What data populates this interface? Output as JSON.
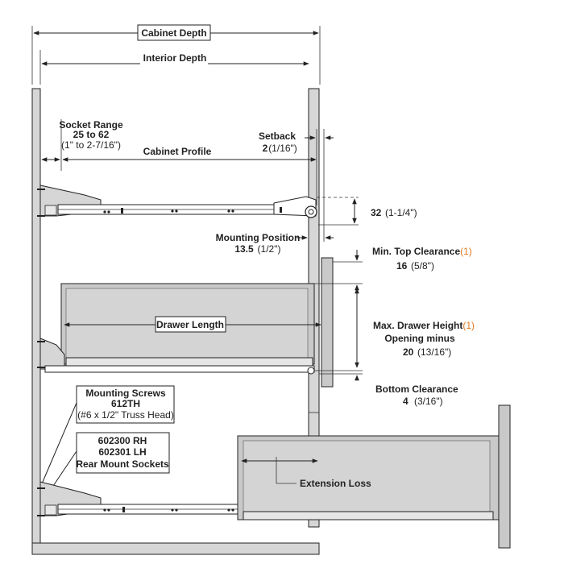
{
  "cabinet_depth": "Cabinet Depth",
  "interior_depth": "Interior Depth",
  "socket_range": {
    "title": "Socket Range",
    "value": "25 to 62",
    "inch": "(1\" to 2-7/16\")"
  },
  "cabinet_profile": "Cabinet Profile",
  "setback": {
    "title": "Setback",
    "value": "2",
    "inch": "(1/16\")"
  },
  "height_32": {
    "value": "32",
    "inch": "(1-1/4\")"
  },
  "mounting_position": {
    "title": "Mounting Position",
    "value": "13.5",
    "inch": "(1/2\")"
  },
  "min_top_clearance": {
    "title": "Min. Top Clearance",
    "note": "(1)",
    "value": "16",
    "inch": "(5/8\")"
  },
  "drawer_length": "Drawer Length",
  "max_drawer_height": {
    "title": "Max. Drawer Height",
    "note": "(1)",
    "line2": "Opening minus",
    "value": "20",
    "inch": "(13/16\")"
  },
  "bottom_clearance": {
    "title": "Bottom Clearance",
    "value": "4",
    "inch": "(3/16\")"
  },
  "mounting_screws": {
    "title": "Mounting Screws",
    "part": "612TH",
    "desc": "(#6 x 1/2\" Truss Head)"
  },
  "rear_sockets": {
    "line1": "602300 RH",
    "line2": "602301 LH",
    "line3": "Rear Mount Sockets"
  },
  "extension_loss": "Extension Loss",
  "colors": {
    "panel_fill": "#d6d6d6",
    "drawer_fill": "#c9c9c9",
    "line": "#222222",
    "note": "#e07a1f"
  }
}
